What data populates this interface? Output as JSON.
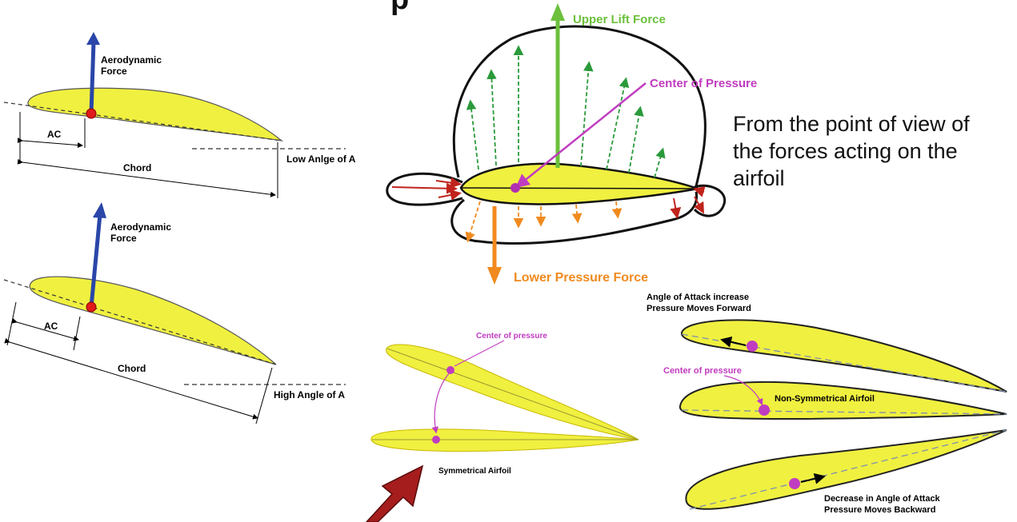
{
  "title_fragment": "p",
  "panel_top_left": {
    "force_label_1": "Aerodynamic",
    "force_label_2": "Force",
    "ac_label": "AC",
    "chord_label": "Chord",
    "angle_label": "Low Anlge of A"
  },
  "panel_bottom_left": {
    "force_label_1": "Aerodynamic",
    "force_label_2": "Force",
    "ac_label": "AC",
    "chord_label": "Chord",
    "angle_label": "High Angle of A"
  },
  "panel_center": {
    "upper_force": "Upper Lift Force",
    "center_pressure": "Center of Pressure",
    "lower_force": "Lower Pressure Force"
  },
  "description": "From the point of view of the forces acting on the airfoil",
  "panel_symmetric": {
    "center_pressure": "Center of pressure",
    "caption": "Symmetrical Airfoil"
  },
  "panel_right": {
    "top_caption_1": "Angle of Attack increase",
    "top_caption_2": "Pressure Moves Forward",
    "center_pressure": "Center of pressure",
    "middle_label": "Non-Symmetrical Airfoil",
    "bottom_caption_1": "Decrease in Angle of Attack",
    "bottom_caption_2": "Pressure Moves Backward"
  },
  "colors": {
    "airfoil_fill": "#f0f040",
    "force_arrow": "#2a46a8",
    "cp_dot": "#e01a1a",
    "lift_green": "#6cc03c",
    "pressure_orange": "#f08a1e",
    "magenta": "#c03cc0",
    "red_arrow": "#c0241c",
    "big_arrow": "#a51d1d"
  }
}
